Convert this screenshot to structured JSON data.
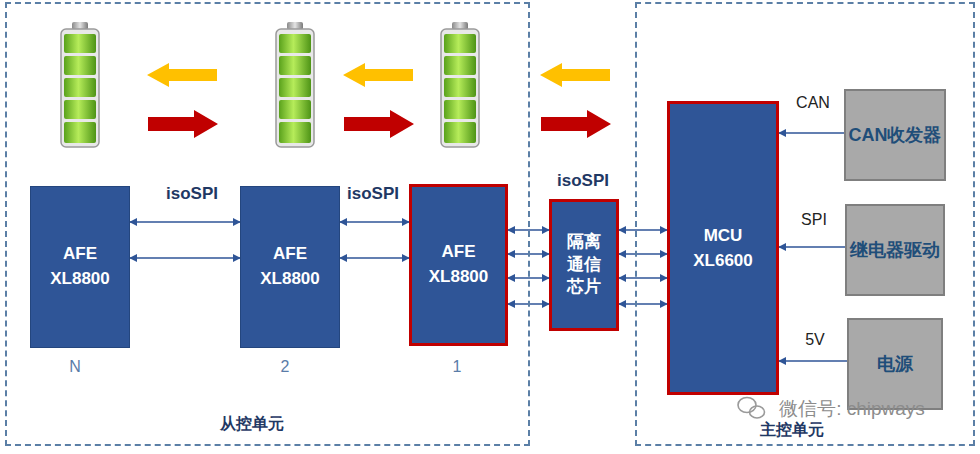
{
  "diagram": {
    "nodes": [
      {
        "text": [
          "从控单元"
        ]
      },
      {
        "text": [
          "AFE XL8800"
        ],
        "in": 0
      },
      {
        "text": [
          "AFE XL8800"
        ],
        "in": 0
      },
      {
        "text": [
          "AFE XL8800"
        ],
        "in": 0
      },
      {
        "text": [
          "隔离通信芯片"
        ]
      },
      {
        "text": [
          "主控单元"
        ]
      },
      {
        "text": [
          "MCU XL6600"
        ],
        "in": 5
      },
      {
        "text": [
          "CAN收发器"
        ],
        "in": 5
      },
      {
        "text": [
          "继电器驱动"
        ],
        "in": 5
      },
      {
        "text": [
          "电源"
        ],
        "in": 5
      }
    ],
    "edges": [
      {
        "from": 1,
        "to": 2,
        "arrow": "both",
        "label": "isoSPI"
      },
      {
        "from": 1,
        "to": 2,
        "arrow": "both"
      },
      {
        "from": 2,
        "to": 3,
        "arrow": "both",
        "label": "isoSPI"
      },
      {
        "from": 2,
        "to": 3,
        "arrow": "both"
      },
      {
        "from": 3,
        "to": 4,
        "arrow": "both",
        "label": "isoSPI"
      },
      {
        "from": 3,
        "to": 4,
        "arrow": "both"
      },
      {
        "from": 3,
        "to": 4,
        "arrow": "both"
      },
      {
        "from": 3,
        "to": 4,
        "arrow": "both"
      },
      {
        "from": 4,
        "to": 6,
        "arrow": "both"
      },
      {
        "from": 4,
        "to": 6,
        "arrow": "both"
      },
      {
        "from": 4,
        "to": 6,
        "arrow": "both"
      },
      {
        "from": 4,
        "to": 6,
        "arrow": "both"
      },
      {
        "from": 7,
        "to": 6,
        "arrow": "to",
        "label": "CAN"
      },
      {
        "from": 8,
        "to": 6,
        "arrow": "to",
        "label": "SPI"
      },
      {
        "from": 9,
        "to": 6,
        "arrow": "to",
        "label": "5V"
      }
    ],
    "labels": [
      "N",
      "2",
      "1",
      "微信号: chipways"
    ]
  }
}
